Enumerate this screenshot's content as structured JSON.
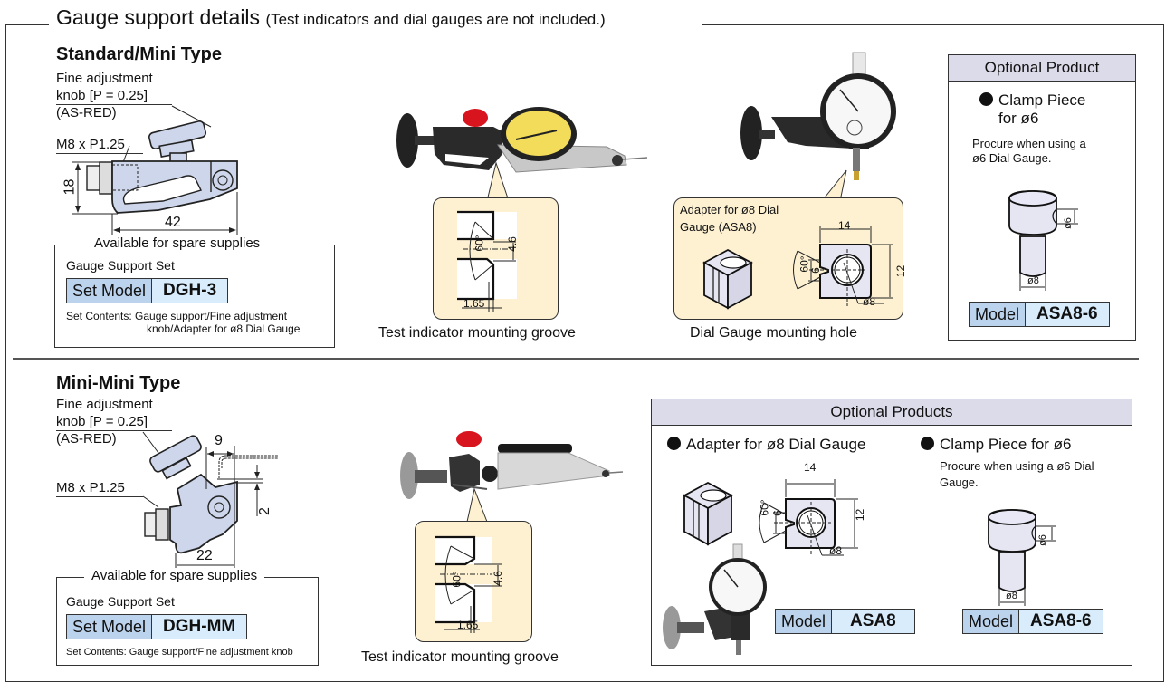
{
  "header": {
    "title": "Gauge support details",
    "note": "(Test indicators and dial gauges are not included.)"
  },
  "standard": {
    "title": "Standard/Mini Type",
    "knob_label_1": "Fine adjustment",
    "knob_label_2": "knob [P = 0.25]",
    "knob_label_3": "(AS-RED)",
    "thread_label": "M8 x P1.25",
    "dim_height": "18",
    "dim_width": "42",
    "spare": {
      "legend": "Available for spare supplies",
      "set_name": "Gauge Support Set",
      "model_key": "Set Model",
      "model_value": "DGH-3",
      "contents_1": "Set Contents: Gauge support/Fine adjustment",
      "contents_2": "knob/Adapter for ø8 Dial Gauge"
    },
    "groove": {
      "angle": "60°",
      "width": "4.6",
      "depth": "1.65",
      "caption": "Test indicator mounting groove"
    },
    "hole": {
      "adapter_label_1": "Adapter for ø8 Dial",
      "adapter_label_2": "Gauge (ASA8)",
      "dim_w": "14",
      "dim_h": "12",
      "dim_slot": "6",
      "angle": "60°",
      "dia": "ø8",
      "caption": "Dial Gauge mounting hole"
    },
    "optional": {
      "header": "Optional Product",
      "item_title_1": "Clamp Piece",
      "item_title_2": "for ø6",
      "desc_1": "Procure when using a",
      "desc_2": "ø6 Dial Gauge.",
      "dim_top": "ø6",
      "dim_bottom": "ø8",
      "model_key": "Model",
      "model_value": "ASA8-6"
    }
  },
  "minimini": {
    "title": "Mini-Mini Type",
    "knob_label_1": "Fine adjustment",
    "knob_label_2": "knob [P = 0.25]",
    "knob_label_3": "(AS-RED)",
    "thread_label": "M8 x P1.25",
    "dim_top": "9",
    "dim_side": "2",
    "dim_width": "22",
    "spare": {
      "legend": "Available for spare supplies",
      "set_name": "Gauge Support Set",
      "model_key": "Set Model",
      "model_value": "DGH-MM",
      "contents_1": "Set Contents: Gauge support/Fine adjustment knob"
    },
    "groove": {
      "angle": "60°",
      "width": "4.6",
      "depth": "1.65",
      "caption": "Test indicator mounting groove"
    },
    "optional": {
      "header": "Optional Products",
      "adapter": {
        "title": "Adapter for ø8 Dial Gauge",
        "dim_w": "14",
        "dim_h": "12",
        "dim_slot": "6",
        "angle": "60°",
        "dia": "ø8",
        "model_key": "Model",
        "model_value": "ASA8"
      },
      "clamp": {
        "title": "Clamp Piece for ø6",
        "desc_1": "Procure when using a ø6 Dial",
        "desc_2": "Gauge.",
        "dim_top": "ø6",
        "dim_bottom": "ø8",
        "model_key": "Model",
        "model_value": "ASA8-6"
      }
    }
  },
  "colors": {
    "part_fill": "#cdd6ea",
    "callout_bg": "#fdf1d2",
    "model_key_bg": "#bcd3ee",
    "model_value_bg": "#d8ecfb",
    "optional_header_bg": "#dcdbea",
    "knob_red": "#d8141e"
  }
}
